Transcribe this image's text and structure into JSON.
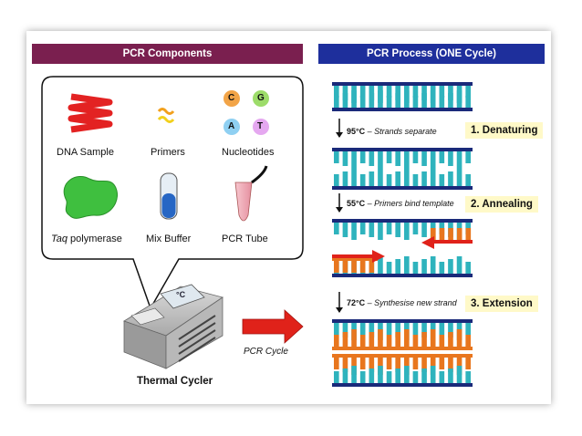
{
  "components": {
    "header": "PCR Components",
    "items": {
      "dna": "DNA Sample",
      "primers": "Primers",
      "nucleotides": "Nucleotides",
      "taq_italic": "Taq",
      "taq_rest": " polymerase",
      "mix": "Mix Buffer",
      "tube": "PCR Tube"
    },
    "bases": [
      "C",
      "G",
      "A",
      "T"
    ],
    "cycler_label": "Thermal Cycler",
    "cycle_label": "PCR Cycle",
    "display": "°C"
  },
  "process": {
    "header": "PCR Process  (ONE Cycle)",
    "steps": [
      {
        "temp": "95°C",
        "desc": "Strands separate",
        "label": "1. Denaturing"
      },
      {
        "temp": "55°C",
        "desc": "Primers bind template",
        "label": "2. Annealing"
      },
      {
        "temp": "72°C",
        "desc": "Synthesise new strand",
        "label": "3. Extension"
      }
    ]
  },
  "colors": {
    "components_header": "#7a1f4f",
    "process_header": "#1e2f9c",
    "teal": "#2fb3bd",
    "orange": "#e8761e",
    "arrow_red": "#e0221a",
    "step_bg": "#fff9c8"
  }
}
